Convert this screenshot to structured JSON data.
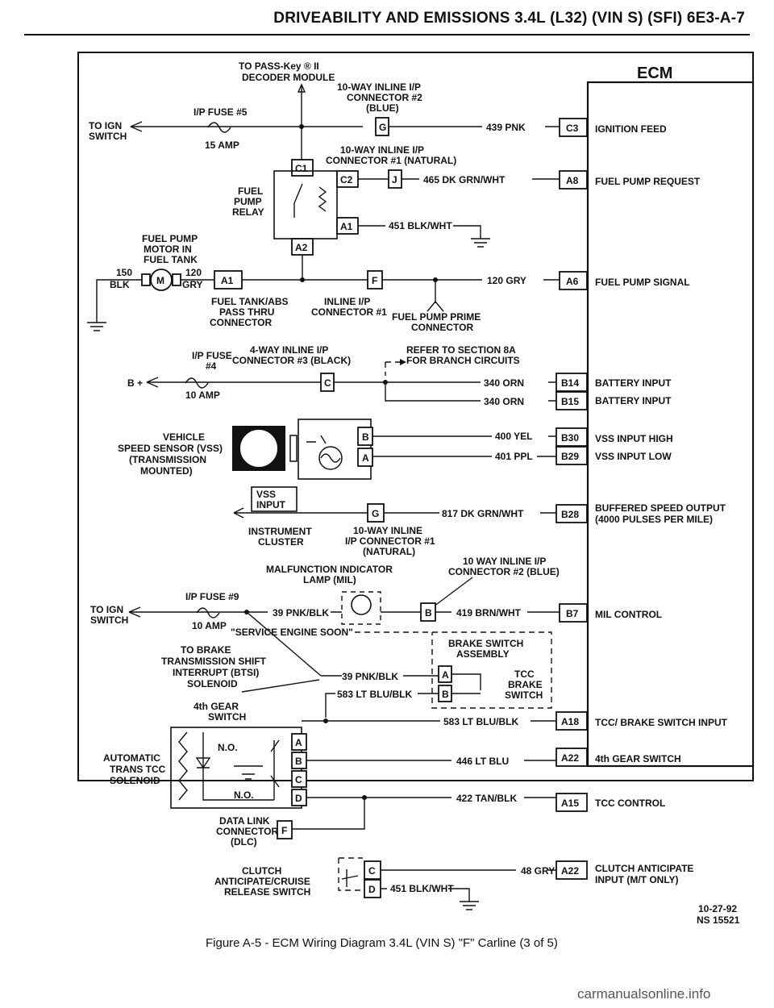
{
  "header": {
    "title": "DRIVEABILITY AND EMISSIONS 3.4L (L32) (VIN S) (SFI) 6E3-A-7"
  },
  "ecm": {
    "title": "ECM",
    "functions": [
      "IGNITION FEED",
      "FUEL PUMP REQUEST",
      "FUEL PUMP SIGNAL",
      "BATTERY INPUT",
      "BATTERY INPUT",
      "VSS INPUT HIGH",
      "VSS INPUT LOW",
      "BUFFERED SPEED OUTPUT",
      "(4000 PULSES PER MILE)",
      "MIL CONTROL",
      "TCC/ BRAKE SWITCH INPUT",
      "4th GEAR SWITCH",
      "TCC CONTROL",
      "CLUTCH ANTICIPATE",
      "INPUT (M/T ONLY)"
    ],
    "pins": [
      "C3",
      "A8",
      "A6",
      "B14",
      "B15",
      "B30",
      "B29",
      "B28",
      "B7",
      "A18",
      "A22",
      "A15",
      "A22"
    ]
  },
  "wires": [
    "439 PNK",
    "465 DK GRN/WHT",
    "451 BLK/WHT",
    "120 GRY",
    "150",
    "BLK",
    "120",
    "GRY",
    "340 ORN",
    "340 ORN",
    "400 YEL",
    "401 PPL",
    "817 DK GRN/WHT",
    "39 PNK/BLK",
    "419 BRN/WHT",
    "39 PNK/BLK",
    "583 LT BLU/BLK",
    "583 LT BLU/BLK",
    "446 LT BLU",
    "422 TAN/BLK",
    "48 GRY",
    "451 BLK/WHT"
  ],
  "connector_pins": [
    "G",
    "C1",
    "C2",
    "J",
    "A1",
    "A2",
    "A1",
    "F",
    "C",
    "B",
    "A",
    "G",
    "B",
    "A",
    "B",
    "A",
    "B",
    "C",
    "D",
    "F",
    "C",
    "D"
  ],
  "labels": {
    "pass_key": [
      "TO PASS-Key ® II",
      "DECODER MODULE"
    ],
    "inline_2": [
      "10-WAY INLINE I/P",
      "CONNECTOR #2",
      "(BLUE)"
    ],
    "ip_fuse_5": "I/P FUSE #5",
    "to_ign_1": [
      "TO IGN",
      "SWITCH"
    ],
    "amp_15": "15 AMP",
    "inline_1_nat": [
      "10-WAY INLINE I/P",
      "CONNECTOR #1 (NATURAL)"
    ],
    "fuel_pump_relay": [
      "FUEL",
      "PUMP",
      "RELAY"
    ],
    "fuel_pump_motor": [
      "FUEL PUMP",
      "MOTOR IN",
      "FUEL TANK"
    ],
    "motor_symbol": "M",
    "fuel_tank_abs": [
      "FUEL TANK/ABS",
      "PASS THRU",
      "CONNECTOR"
    ],
    "inline_ip_1": [
      "INLINE I/P",
      "CONNECTOR #1"
    ],
    "prime_connector": [
      "FUEL PUMP PRIME",
      "CONNECTOR"
    ],
    "ip_fuse_4": [
      "I/P FUSE",
      "#4"
    ],
    "inline_3": [
      "4-WAY INLINE I/P",
      "CONNECTOR #3 (BLACK)"
    ],
    "refer_section": [
      "REFER TO SECTION 8A",
      "FOR BRANCH CIRCUITS"
    ],
    "b_plus": "B +",
    "amp_10_a": "10 AMP",
    "vss": [
      "VEHICLE",
      "SPEED SENSOR (VSS)",
      "(TRANSMISSION",
      "MOUNTED)"
    ],
    "vss_input": [
      "VSS",
      "INPUT"
    ],
    "instrument_cluster": [
      "INSTRUMENT",
      "CLUSTER"
    ],
    "inline_1_b": [
      "10-WAY INLINE",
      "I/P CONNECTOR #1",
      "(NATURAL)"
    ],
    "inline_2_b": [
      "10 WAY INLINE I/P",
      "CONNECTOR #2 (BLUE)"
    ],
    "mil": [
      "MALFUNCTION INDICATOR",
      "LAMP (MIL)"
    ],
    "ip_fuse_9": "I/P FUSE #9",
    "to_ign_2": [
      "TO IGN",
      "SWITCH"
    ],
    "amp_10_b": "10 AMP",
    "service_engine": "\"SERVICE ENGINE SOON\"",
    "brake_switch_assembly": [
      "BRAKE SWITCH",
      "ASSEMBLY"
    ],
    "tcc_brake_switch": [
      "TCC",
      "BRAKE",
      "SWITCH"
    ],
    "to_brake": [
      "TO BRAKE",
      "TRANSMISSION SHIFT",
      "INTERRUPT (BTSI)",
      "SOLENOID"
    ],
    "gear_4_switch": [
      "4th GEAR",
      "SWITCH"
    ],
    "no_1": "N.O.",
    "no_2": "N.O.",
    "automatic_tcc": [
      "AUTOMATIC",
      "TRANS TCC",
      "SOLENOID"
    ],
    "dlc": [
      "DATA LINK",
      "CONNECTOR",
      "(DLC)"
    ],
    "clutch_switch": [
      "CLUTCH",
      "ANTICIPATE/CRUISE",
      "RELEASE SWITCH"
    ]
  },
  "footer": {
    "date": "10-27-92",
    "ns": "NS 15521",
    "caption": "Figure A-5 - ECM Wiring Diagram 3.4L (VIN S) \"F\" Carline (3 of 5)"
  },
  "watermark": "carmanualsonline.info"
}
